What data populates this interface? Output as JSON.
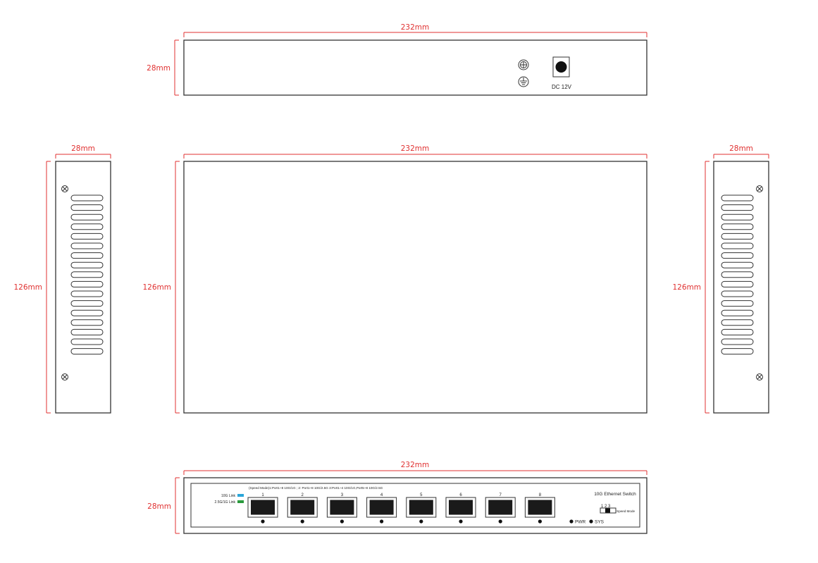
{
  "dimensions": {
    "top_width": "232mm",
    "top_height": "28mm",
    "mid_width": "232mm",
    "mid_height": "126mm",
    "left_width": "28mm",
    "left_height": "126mm",
    "right_width": "28mm",
    "right_height": "126mm",
    "front_width": "232mm",
    "front_height": "28mm"
  },
  "rear_panel": {
    "dc_label": "DC 12V"
  },
  "front_panel": {
    "speed_mode_note": "(Speed Mode)1:Port1~8 10G/1G ;  2: Port1~8 10G/2.5G  3:Port1~4 10G/1G,Port5~8 10G/2.5G",
    "legend": [
      {
        "label": "10G Link",
        "color": "#2aa6d9"
      },
      {
        "label": "2.5G/1G Link",
        "color": "#2a9a3c"
      }
    ],
    "ports": [
      "1",
      "2",
      "3",
      "4",
      "5",
      "6",
      "7",
      "8"
    ],
    "title": "10G Ethernet Switch",
    "switch_positions": "1  2  3",
    "switch_label": "Speed Mode",
    "indicators": [
      "PWR",
      "SYS"
    ]
  }
}
